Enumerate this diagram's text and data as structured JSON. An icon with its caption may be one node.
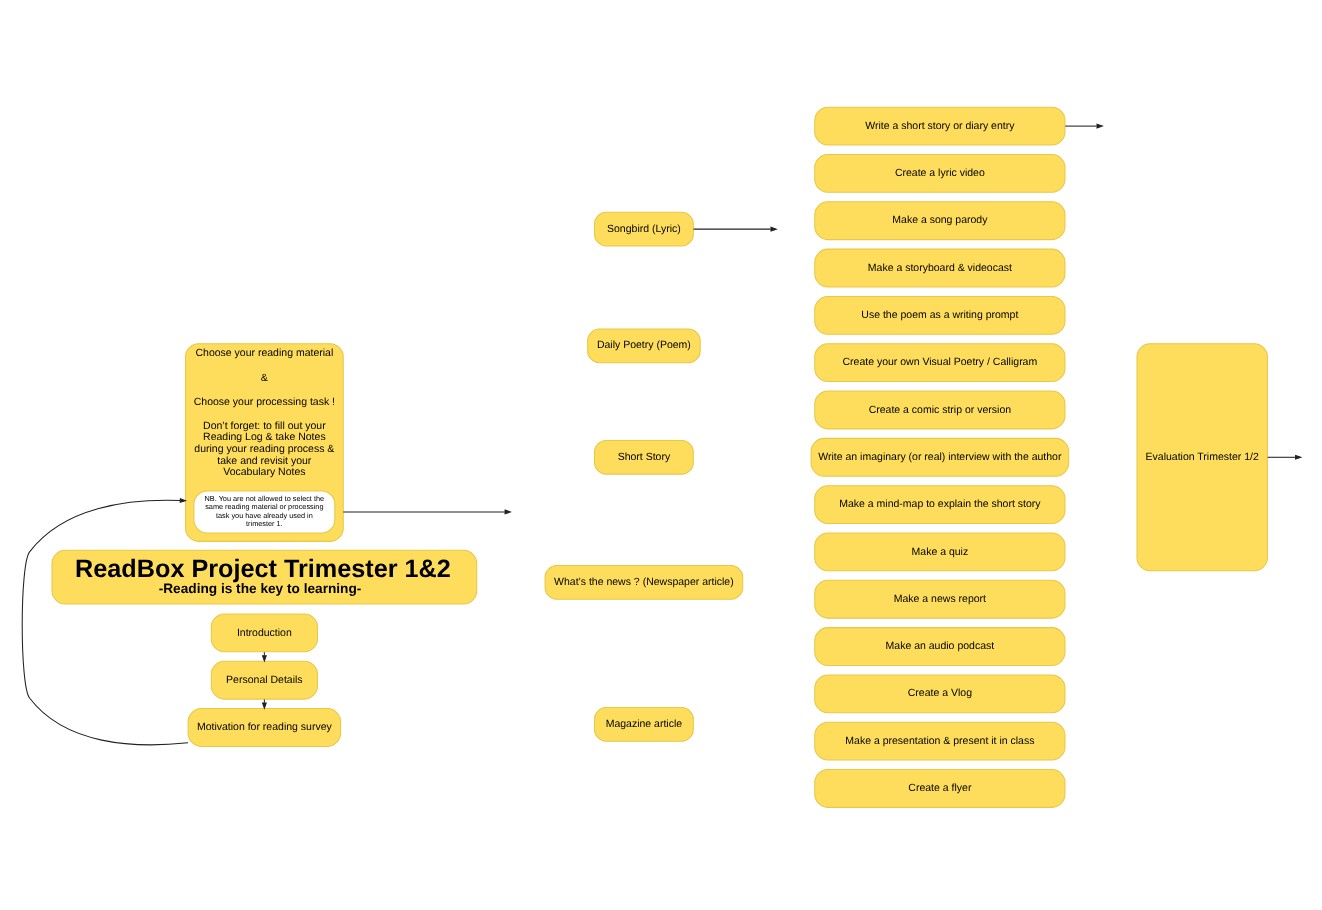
{
  "diagram": {
    "nodes": [
      {
        "text": [
          "ReadBox Project Trimester 1&2",
          "-Reading is the key to learning-"
        ]
      },
      {
        "text": [
          "Introduction"
        ]
      },
      {
        "text": [
          "Personal Details"
        ]
      },
      {
        "text": [
          "Motivation for reading survey"
        ]
      },
      {
        "text": [
          "Choose your reading material",
          "&",
          "Choose your processing task !",
          "Don’t forget: to fill out your Reading Log & take Notes during your reading process & take and revisit your Vocabulary Notes"
        ]
      },
      {
        "text": [
          "NB. You are not allowed to select the same reading material or processing task you have already used in trimester 1."
        ],
        "in": 4
      },
      {
        "text": [
          "Songbird (Lyric)"
        ]
      },
      {
        "text": [
          "Write a short story or diary entry"
        ]
      },
      {
        "text": [
          "Create a lyric video"
        ]
      },
      {
        "text": [
          "Make a song parody"
        ]
      },
      {
        "text": [
          "Daily Poetry (Poem)"
        ]
      },
      {
        "text": [
          "Make a storyboard & videocast"
        ]
      },
      {
        "text": [
          "Use the poem as a writing prompt"
        ]
      },
      {
        "text": [
          "Create your own Visual Poetry / Calligram"
        ]
      },
      {
        "text": [
          "Short Story"
        ]
      },
      {
        "text": [
          "Create a comic strip or version"
        ]
      },
      {
        "text": [
          "Write an imaginary (or real) interview with the author"
        ]
      },
      {
        "text": [
          "Make a mind-map to explain the short story"
        ]
      },
      {
        "text": [
          "What’s the news ? (Newspaper article)"
        ]
      },
      {
        "text": [
          "Make a quiz"
        ]
      },
      {
        "text": [
          "Make a news report"
        ]
      },
      {
        "text": [
          "Make an audio podcast"
        ]
      },
      {
        "text": [
          "Magazine article"
        ]
      },
      {
        "text": [
          "Create a Vlog"
        ]
      },
      {
        "text": [
          "Make a presentation & present it in class"
        ]
      },
      {
        "text": [
          "Create a flyer"
        ]
      },
      {
        "text": [
          "Evaluation Trimester 1/2"
        ]
      }
    ],
    "edges": [
      {
        "from": 1,
        "to": 2,
        "arrow": "to"
      },
      {
        "from": 2,
        "to": 3,
        "arrow": "to"
      },
      {
        "from": 3,
        "to": 4,
        "arrow": "to"
      },
      {
        "from": 4,
        "to": null,
        "arrow": "to"
      },
      {
        "from": 6,
        "to": null,
        "arrow": "to"
      },
      {
        "from": 7,
        "to": null,
        "arrow": "to"
      },
      {
        "from": 26,
        "to": null,
        "arrow": "to"
      }
    ]
  }
}
